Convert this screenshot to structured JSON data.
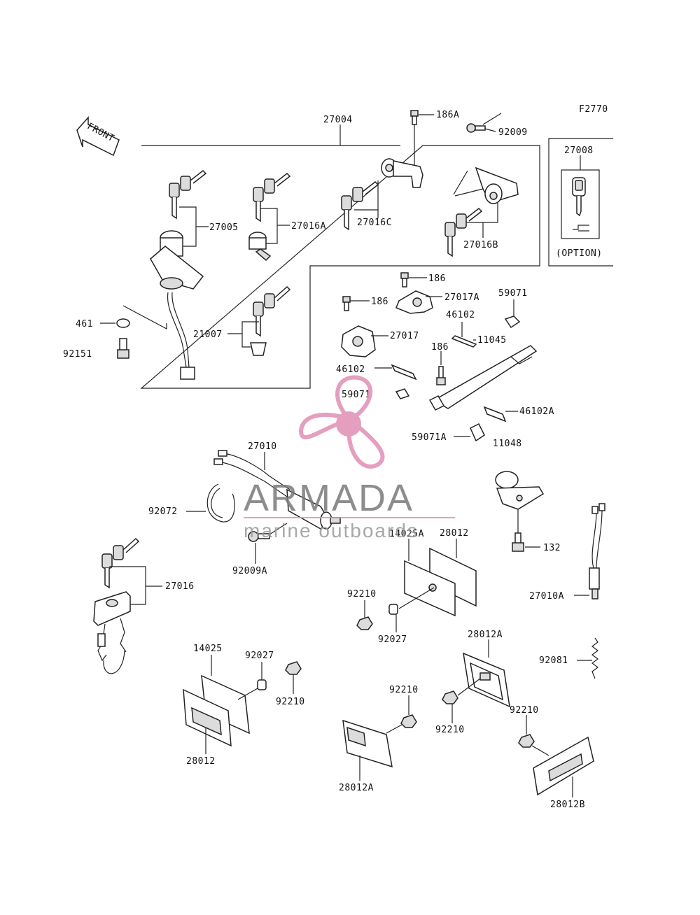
{
  "figure_code": "F2770",
  "front_label": "FRONT",
  "option_box": {
    "part": "27008",
    "note": "(OPTION)"
  },
  "watermark": {
    "brand": "ARMADA",
    "tagline": "marine outboards",
    "color": "#e08fb4",
    "text_color": "#7a7a7a"
  },
  "labels": {
    "p27004": "27004",
    "p186A": "186A",
    "p92009": "92009",
    "p27005": "27005",
    "p27016A": "27016A",
    "p27016C": "27016C",
    "p27016B": "27016B",
    "p461": "461",
    "p92151": "92151",
    "p21007": "21007",
    "p186a": "186",
    "p186b": "186",
    "p27017A": "27017A",
    "p27017": "27017",
    "p59071a": "59071",
    "p46102a": "46102",
    "p11045": "11045",
    "p186c": "186",
    "p46102b": "46102",
    "p59071b": "59071",
    "p46102A": "46102A",
    "p59071A": "59071A",
    "p11048": "11048",
    "p27010": "27010",
    "p92072": "92072",
    "p92009A": "92009A",
    "p14025A": "14025A",
    "p28012a": "28012",
    "p132": "132",
    "p27016": "27016",
    "p92210a": "92210",
    "p92027a": "92027",
    "p27010A": "27010A",
    "p28012A_top": "28012A",
    "p92081": "92081",
    "p14025": "14025",
    "p92027b": "92027",
    "p92210b": "92210",
    "p92210c": "92210",
    "p92210d": "92210",
    "p92210e": "92210",
    "p28012b": "28012",
    "p28012A_bot": "28012A",
    "p28012B": "28012B"
  }
}
